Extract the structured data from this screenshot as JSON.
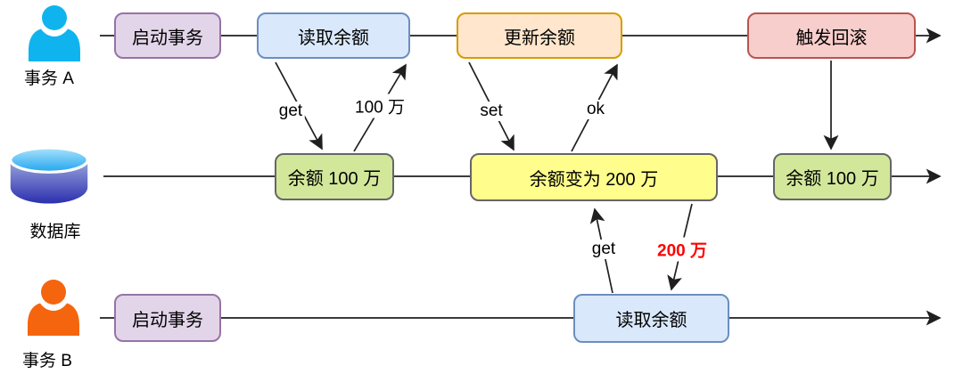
{
  "diagram_type": "transaction-dirty-read-sequence",
  "colors": {
    "background": "#ffffff",
    "line": "#1f1f1f",
    "purple_fill": "#E2D5E9",
    "purple_border": "#9673A6",
    "blue_fill": "#DAE8FC",
    "blue_border": "#6C8EBF",
    "orange_fill": "#FFE6CC",
    "orange_border": "#D79B00",
    "red_fill": "#F8CECC",
    "red_border": "#B85450",
    "green_fill": "#D3E79B",
    "green_border": "#666666",
    "yellow_fill": "#FFFE8D",
    "yellow_border": "#666666",
    "person_a": "#0FB4EF",
    "person_b": "#F5650D",
    "highlight_text": "#FF0000"
  },
  "lanes": {
    "a": {
      "actor": "事务 A",
      "icon": "person",
      "nodes": [
        {
          "label": "启动事务",
          "style": "purple"
        },
        {
          "label": "读取余额",
          "style": "blue"
        },
        {
          "label": "更新余额",
          "style": "orange"
        },
        {
          "label": "触发回滚",
          "style": "red"
        }
      ]
    },
    "db": {
      "actor": "数据库",
      "icon": "database",
      "nodes": [
        {
          "label": "余额 100 万",
          "style": "green"
        },
        {
          "label": "余额变为 200 万",
          "style": "yellow"
        },
        {
          "label": "余额 100 万",
          "style": "green"
        }
      ]
    },
    "b": {
      "actor": "事务 B",
      "icon": "person",
      "nodes": [
        {
          "label": "启动事务",
          "style": "purple"
        },
        {
          "label": "读取余额",
          "style": "blue"
        }
      ]
    }
  },
  "edge_labels": {
    "get_a": "get",
    "return_100": "100 万",
    "set": "set",
    "ok": "ok",
    "get_b": "get",
    "return_200": "200 万"
  },
  "edges": [
    {
      "from": "a.读取余额",
      "to": "db.余额 100 万",
      "label": "get",
      "direction": "down"
    },
    {
      "from": "db.余额 100 万",
      "to": "a.读取余额",
      "label": "100 万",
      "direction": "up"
    },
    {
      "from": "a.更新余额",
      "to": "db.余额变为 200 万",
      "label": "set",
      "direction": "down"
    },
    {
      "from": "db.余额变为 200 万",
      "to": "a.更新余额",
      "label": "ok",
      "direction": "up"
    },
    {
      "from": "a.触发回滚",
      "to": "db.余额 100 万(右)",
      "label": "",
      "direction": "down"
    },
    {
      "from": "b.读取余额",
      "to": "db.余额变为 200 万",
      "label": "get",
      "direction": "up"
    },
    {
      "from": "db.余额变为 200 万",
      "to": "b.读取余额",
      "label": "200 万",
      "direction": "down"
    }
  ]
}
